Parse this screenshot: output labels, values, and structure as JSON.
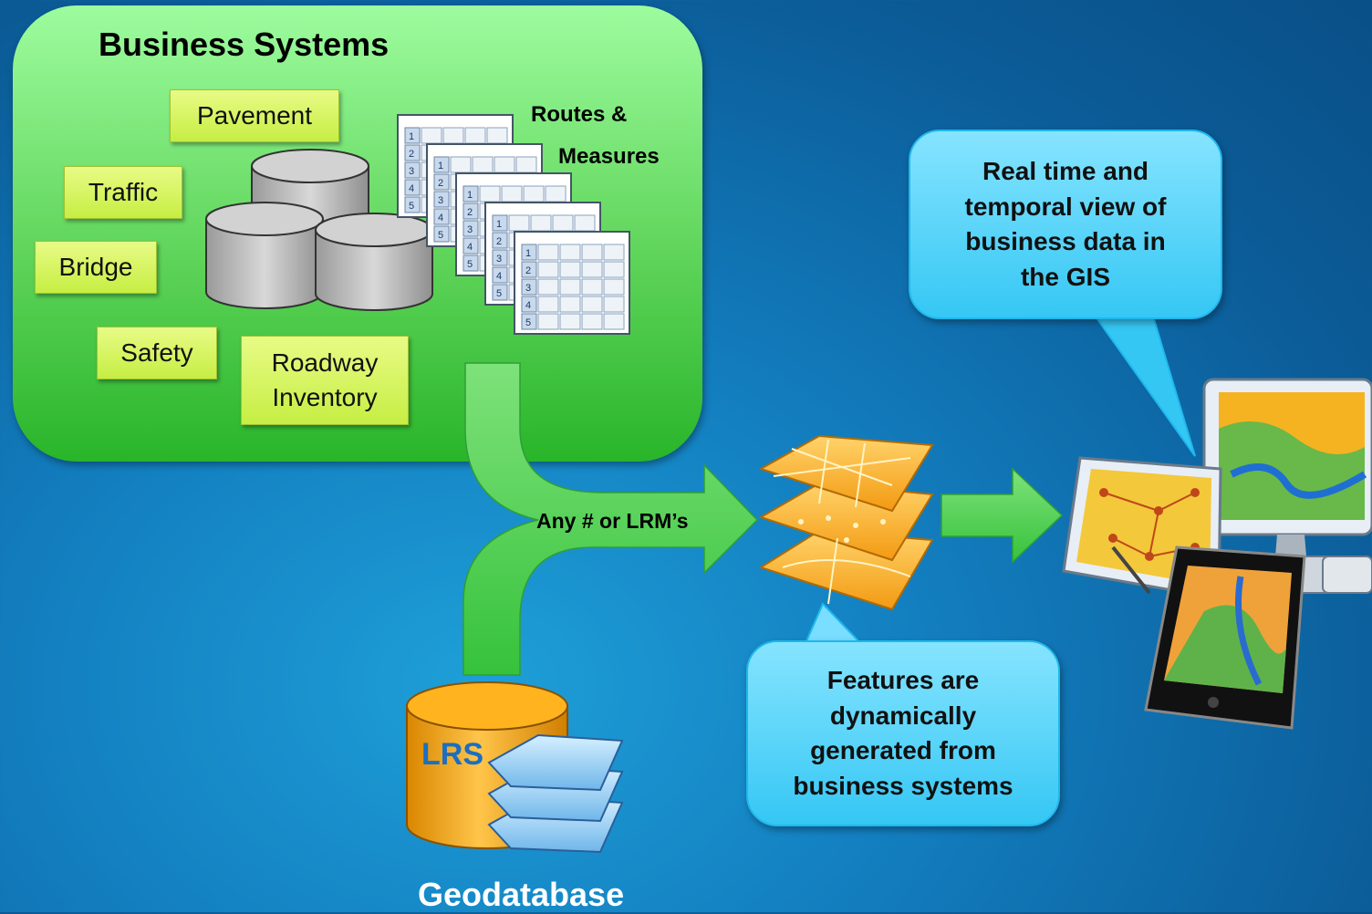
{
  "business_systems": {
    "title": "Business Systems",
    "tags": {
      "pavement": "Pavement",
      "traffic": "Traffic",
      "bridge": "Bridge",
      "safety": "Safety",
      "roadway": "Roadway\nInventory"
    },
    "routes_line1": "Routes &",
    "routes_line2": "Measures"
  },
  "flow_label": "Any # or LRM’s",
  "lrs_label": "LRS",
  "geodatabase_label": "Geodatabase",
  "callouts": {
    "realtime": "Real time and\ntemporal view of\nbusiness data in\nthe GIS",
    "features": "Features are\ndynamically\ngenerated from\nbusiness systems"
  },
  "table_icon_row_numbers": [
    "1",
    "2",
    "3",
    "4",
    "5"
  ],
  "colors": {
    "panel_green": "#5fd45a",
    "tag_yellow": "#d6f35a",
    "callout_cyan": "#4fd0f8",
    "arrow_green": "#4fd35a",
    "layer_orange": "#f7a21a"
  }
}
